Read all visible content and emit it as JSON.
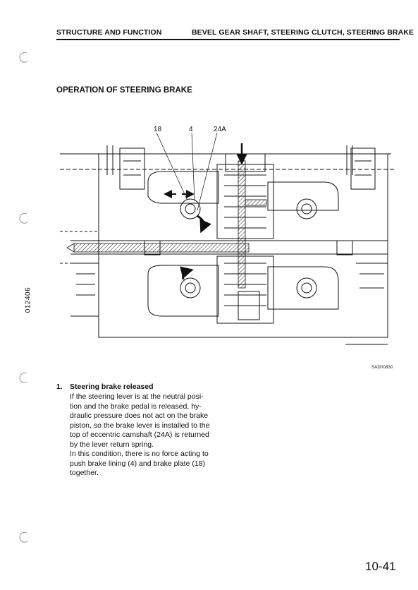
{
  "header": {
    "left": "STRUCTURE AND FUNCTION",
    "right": "BEVEL GEAR SHAFT, STEERING CLUTCH, STEERING BRAKE"
  },
  "section_title": "OPERATION OF STEERING BRAKE",
  "figure": {
    "callouts": [
      "18",
      "4",
      "24A"
    ],
    "code": "SAD00830"
  },
  "side_code": "012406",
  "item": {
    "number": "1.",
    "heading": "Steering brake released",
    "lines": [
      "If the steering lever is at the neutral posi-",
      "tion and the brake pedal is released, hy-",
      "draulic pressure does not act on the brake",
      "piston, so the brake lever is installed to the",
      "top of eccentric camshaft (24A) is returned",
      "by the lever return spring.",
      "In this condition, there is no force acting to",
      "push brake lining (4) and brake plate (18)",
      "together."
    ]
  },
  "page_number": "10-41"
}
